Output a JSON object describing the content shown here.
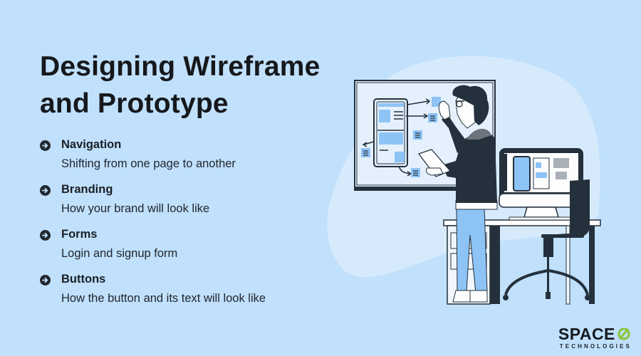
{
  "heading": {
    "line1": "Designing Wireframe",
    "line2": "and Prototype"
  },
  "features": [
    {
      "icon": "arrow-circle-right-icon",
      "title": "Navigation",
      "description": "Shifting from one page to another"
    },
    {
      "icon": "arrow-circle-right-icon",
      "title": "Branding",
      "description": "How your brand will look like"
    },
    {
      "icon": "arrow-circle-right-icon",
      "title": "Forms",
      "description": "Login and signup form"
    },
    {
      "icon": "arrow-circle-right-icon",
      "title": "Buttons",
      "description": "How the button and its text will look like"
    }
  ],
  "logo": {
    "name": "SPACE",
    "mark": "Ø",
    "tagline": "TECHNOLOGIES"
  },
  "colors": {
    "background": "#c0e0fc",
    "blob": "#d6eafc",
    "dark": "#24303b",
    "accent_blue": "#8ec3f5",
    "logo_green": "#8cc63f"
  }
}
